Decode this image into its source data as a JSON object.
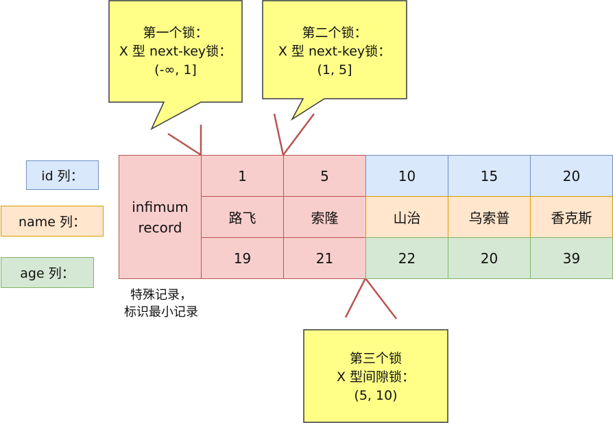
{
  "row_labels": {
    "id": "id 列：",
    "name": "name 列：",
    "age": "age 列："
  },
  "infimum": {
    "line1": "infimum",
    "line2": "record",
    "caption_line1": "特殊记录，",
    "caption_line2": "标识最小记录"
  },
  "records": [
    {
      "id": "1",
      "name": "路飞",
      "age": "19"
    },
    {
      "id": "5",
      "name": "索隆",
      "age": "21"
    },
    {
      "id": "10",
      "name": "山治",
      "age": "22"
    },
    {
      "id": "15",
      "name": "乌索普",
      "age": "20"
    },
    {
      "id": "20",
      "name": "香克斯",
      "age": "39"
    }
  ],
  "locks": [
    {
      "line1": "第一个锁：",
      "line2": "X 型 next-key锁：",
      "line3": "(-∞, 1]"
    },
    {
      "line1": "第二个锁：",
      "line2": "X 型 next-key锁：",
      "line3": "(1, 5]"
    },
    {
      "line1": "第三个锁",
      "line2": "X 型间隙锁：",
      "line3": "(5, 10)"
    }
  ],
  "colors": {
    "note_fill": "#ffff88",
    "note_stroke": "#36393d",
    "pointer": "#b85450"
  }
}
